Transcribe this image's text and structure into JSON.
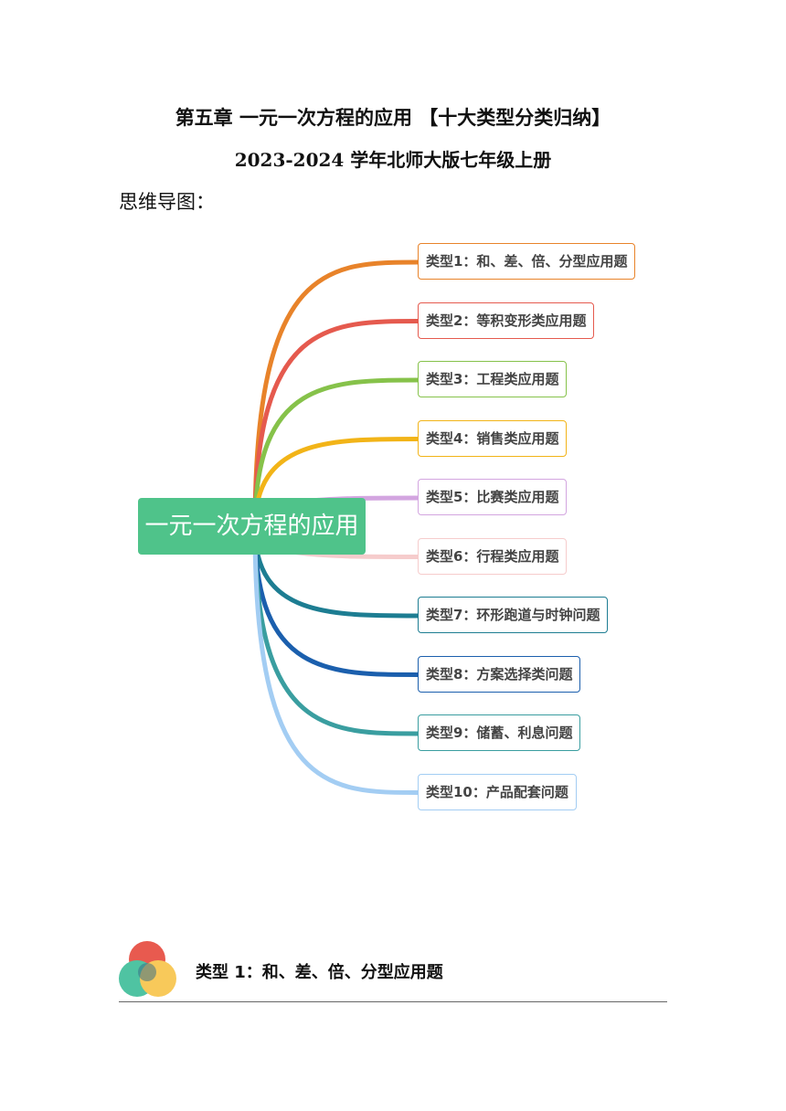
{
  "header": {
    "title": "第五章  一元一次方程的应用  【十大类型分类归纳】",
    "subtitle": "2023-2024 学年北师大版七年级上册",
    "mindmap_label": "思维导图："
  },
  "mindmap": {
    "root": "一元一次方程的应用",
    "root_color": "#4fc38a",
    "branches": [
      {
        "label": "类型1：和、差、倍、分型应用题",
        "color": "#e8832a"
      },
      {
        "label": "类型2：等积变形类应用题",
        "color": "#e55a4e"
      },
      {
        "label": "类型3：工程类应用题",
        "color": "#86c24a"
      },
      {
        "label": "类型4：销售类应用题",
        "color": "#f2b418"
      },
      {
        "label": "类型5：比赛类应用题",
        "color": "#d3a5e0"
      },
      {
        "label": "类型6：行程类应用题",
        "color": "#f6cccc"
      },
      {
        "label": "类型7：环形跑道与时钟问题",
        "color": "#1d7d92"
      },
      {
        "label": "类型8：方案选择类问题",
        "color": "#1b5fad"
      },
      {
        "label": "类型9：储蓄、利息问题",
        "color": "#3a9ea0"
      },
      {
        "label": "类型10：产品配套问题",
        "color": "#a3cdf3"
      }
    ]
  },
  "section": {
    "title": "类型 1：和、差、倍、分型应用题",
    "icon": "three-circle-venn-icon",
    "icon_colors": [
      "#e85a4f",
      "#4fc3a2",
      "#f8c95a"
    ]
  }
}
